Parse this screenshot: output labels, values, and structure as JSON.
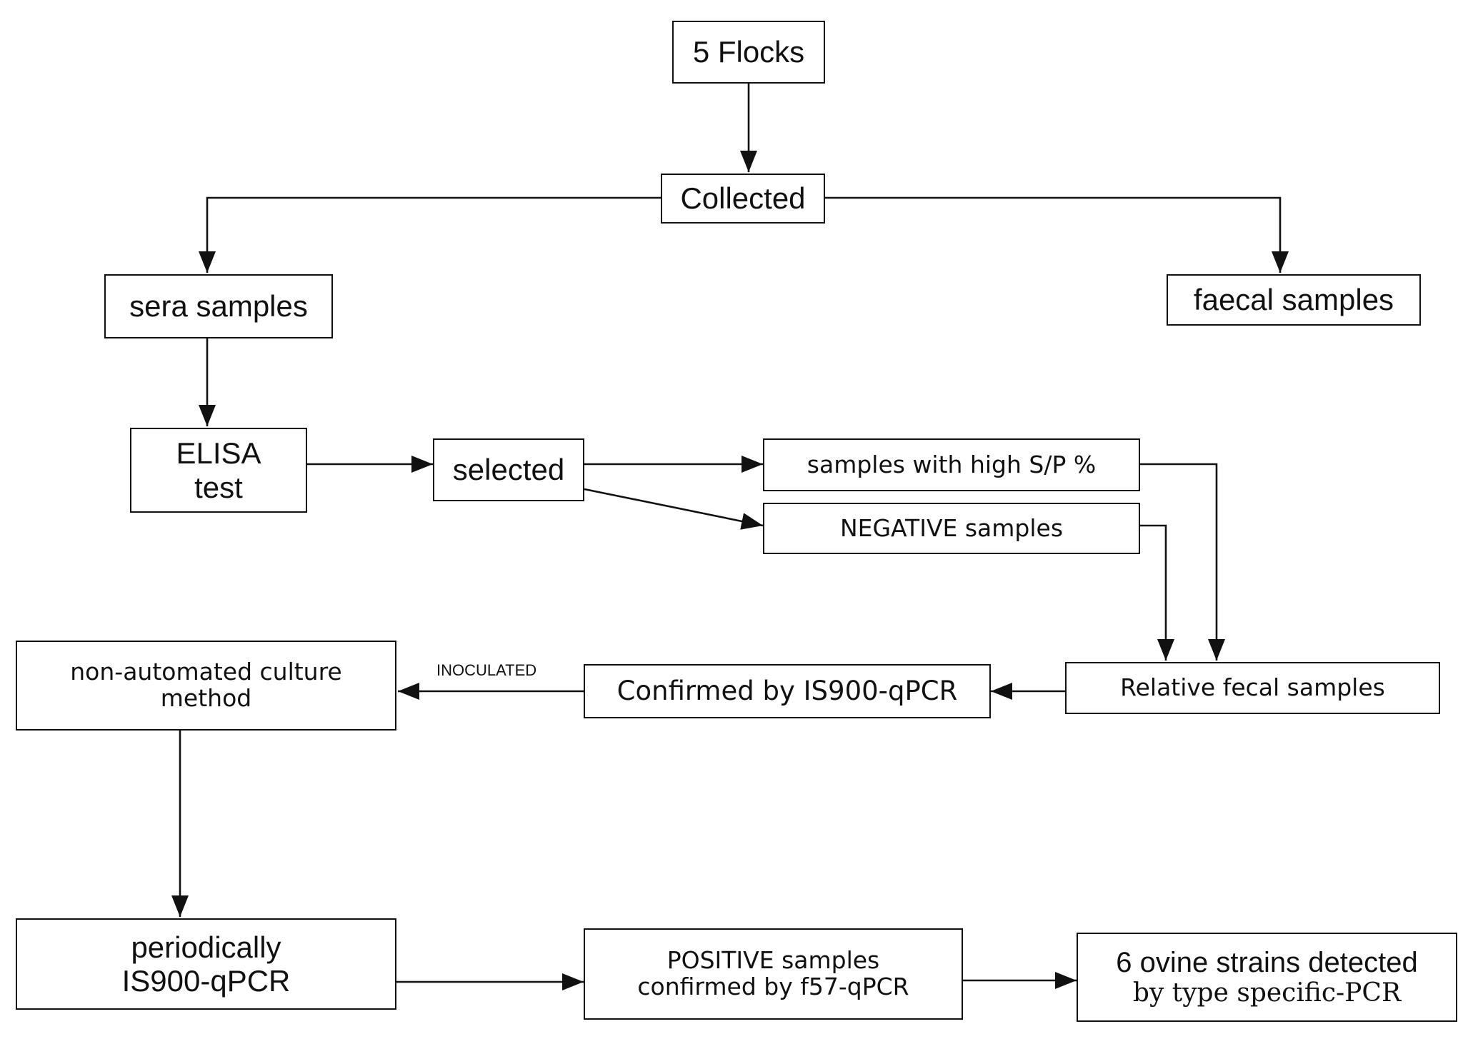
{
  "nodes": {
    "flocks": "5 Flocks",
    "collected": "Collected",
    "sera": "sera samples",
    "faecal": "faecal samples",
    "elisa": [
      "ELISA",
      "test"
    ],
    "selected": "selected",
    "high_sp": "samples with high S/P %",
    "negative": "NEGATIVE samples",
    "relative": "Relative fecal samples",
    "confirmed_is900": "Confirmed by IS900-qPCR",
    "culture": [
      "non-automated culture",
      "method"
    ],
    "periodically": [
      "periodically",
      "IS900-qPCR"
    ],
    "positive": [
      "POSITIVE samples",
      "confirmed by f57-qPCR"
    ],
    "strains": [
      "6 ovine strains detected",
      "by type specific-PCR"
    ]
  },
  "edge_labels": {
    "inoculated": "INOCULATED"
  }
}
